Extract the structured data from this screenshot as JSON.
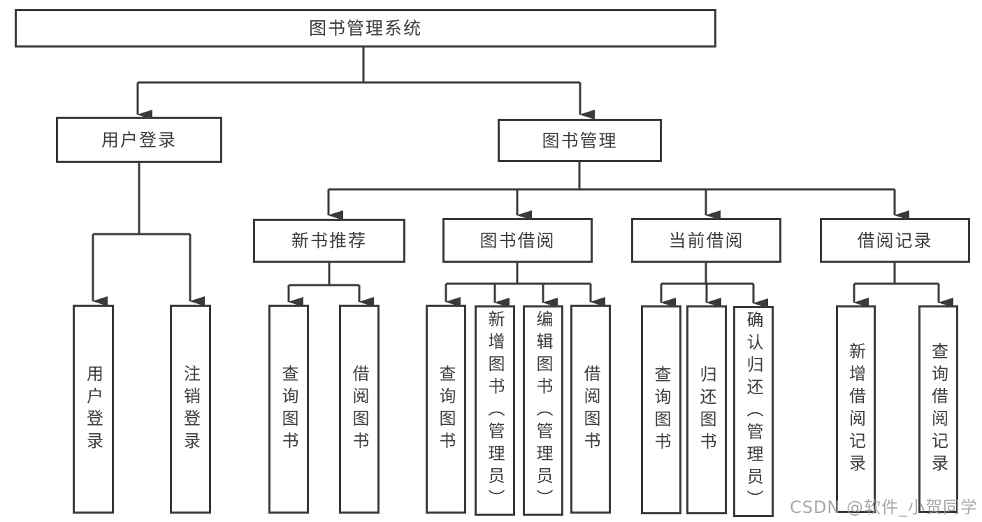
{
  "diagram": {
    "root": "图书管理系统",
    "branch_user": {
      "label": "用户登录",
      "children": [
        "用户登录",
        "注销登录"
      ]
    },
    "branch_book": {
      "label": "图书管理",
      "sections": [
        {
          "label": "新书推荐",
          "children": [
            "查询图书",
            "借阅图书"
          ]
        },
        {
          "label": "图书借阅",
          "children": [
            "查询图书",
            "新增图书（管理员）",
            "编辑图书（管理员）",
            "借阅图书"
          ]
        },
        {
          "label": "当前借阅",
          "children": [
            "查询图书",
            "归还图书",
            "确认归还（管理员）"
          ]
        },
        {
          "label": "借阅记录",
          "children": [
            "新增借阅记录",
            "查询借阅记录"
          ]
        }
      ]
    }
  },
  "watermark": "CSDN @软件_小贺同学",
  "colors": {
    "line": "#3a3a3a",
    "text": "#3d3d3d",
    "watermark": "#9e9e9e",
    "background": "#ffffff"
  }
}
